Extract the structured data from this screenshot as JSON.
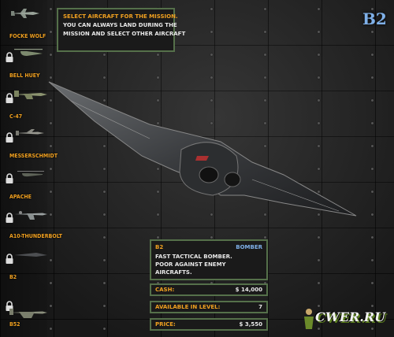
{
  "message": {
    "lines": [
      "SELECT AIRCRAFT FOR THE MISSION.",
      "YOU CAN ALWAYS LAND DURING THE",
      "MISSION AND SELECT OTHER AIRCRAFT"
    ]
  },
  "selected_title": "B2",
  "aircraft_list": [
    {
      "label": "FOCKE WOLF",
      "locked": false,
      "icon": "focke-wolf-plane-icon"
    },
    {
      "label": "BELL HUEY",
      "locked": true,
      "icon": "helicopter-icon"
    },
    {
      "label": "C-47",
      "locked": true,
      "icon": "transport-plane-icon"
    },
    {
      "label": "MESSERSCHMIDT",
      "locked": true,
      "icon": "fighter-plane-icon"
    },
    {
      "label": "APACHE",
      "locked": true,
      "icon": "attack-helicopter-icon"
    },
    {
      "label": "A10-THUNDERBOLT",
      "locked": true,
      "icon": "jet-plane-icon"
    },
    {
      "label": "B2",
      "locked": true,
      "icon": "stealth-bomber-icon"
    },
    {
      "label": "B52",
      "locked": true,
      "icon": "bomber-plane-icon"
    }
  ],
  "info": {
    "name": "B2",
    "type": "BOMBER",
    "description": [
      "FAST TACTICAL BOMBER.",
      "POOR AGAINST ENEMY AIRCRAFTS."
    ]
  },
  "stats": [
    {
      "label": "CASH:",
      "value": "$ 14,000"
    },
    {
      "label": "AVAILABLE IN LEVEL:",
      "value": "7"
    },
    {
      "label": "PRICE:",
      "value": "$ 3,550"
    }
  ],
  "watermark": {
    "text": "CWER.RU"
  },
  "colors": {
    "accent": "#f0a020",
    "title": "#7fb0e8",
    "border": "#55704a"
  }
}
